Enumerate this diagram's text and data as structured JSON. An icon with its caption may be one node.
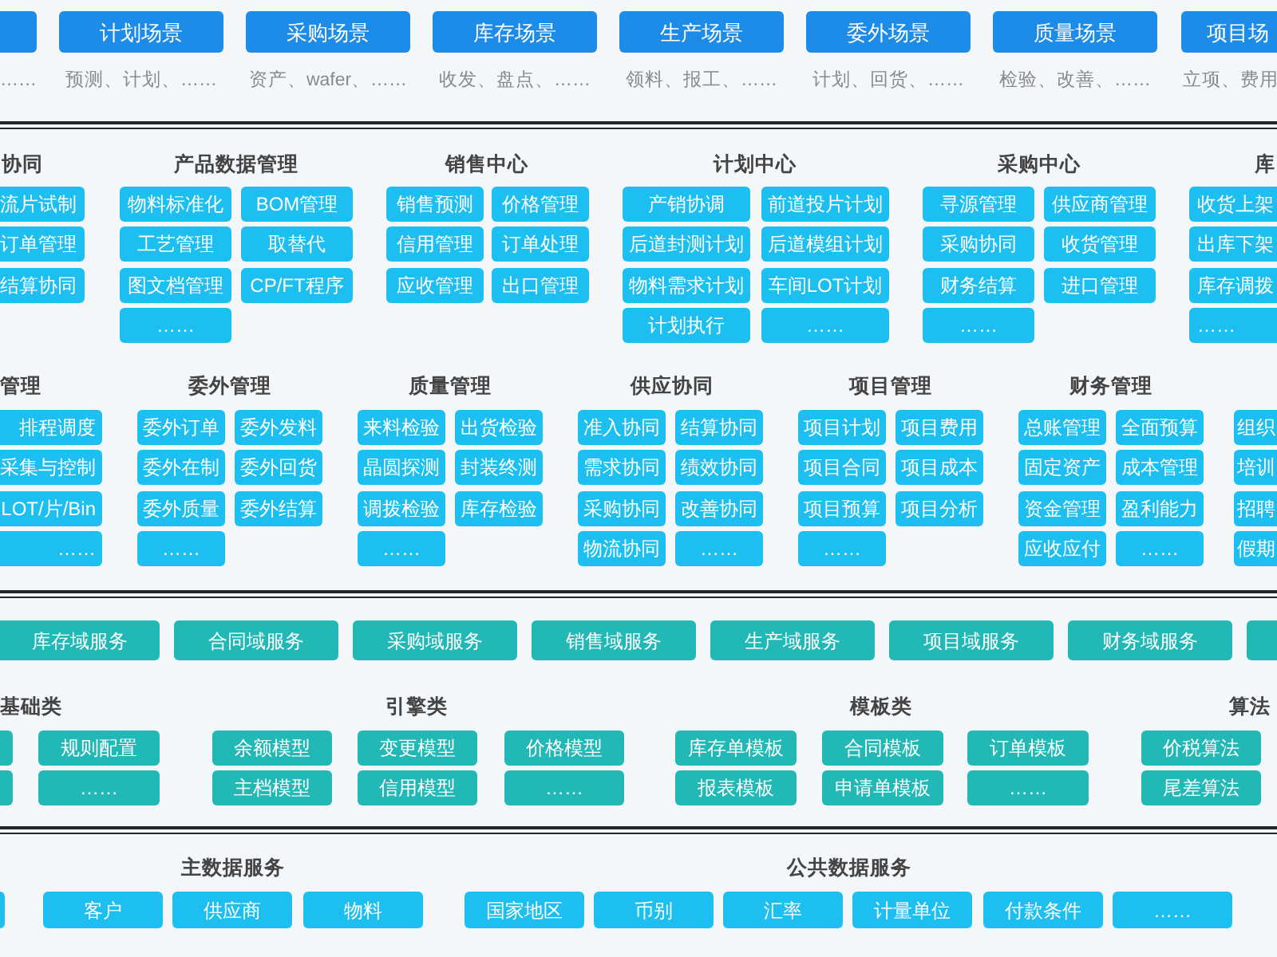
{
  "diagram": {
    "nodes": [
      {
        "text": [],
        "shape": "box",
        "beside": [
          "……"
        ]
      },
      {
        "text": [
          "计划场景"
        ],
        "beside": [
          "预测、计划、……"
        ]
      },
      {
        "text": [
          "采购场景"
        ],
        "beside": [
          "资产、wafer、……"
        ]
      },
      {
        "text": [
          "库存场景"
        ],
        "beside": [
          "收发、盘点、……"
        ]
      },
      {
        "text": [
          "生产场景"
        ],
        "beside": [
          "领料、报工、……"
        ]
      },
      {
        "text": [
          "委外场景"
        ],
        "beside": [
          "计划、回货、……"
        ]
      },
      {
        "text": [
          "质量场景"
        ],
        "beside": [
          "检验、改善、……"
        ]
      },
      {
        "text": [
          "项目场"
        ],
        "beside": [
          "立项、费用"
        ]
      },
      {
        "text": [
          "流片试制"
        ]
      },
      {
        "text": [
          "订单管理"
        ]
      },
      {
        "text": [
          "结算协同"
        ]
      },
      {
        "text": [
          "物料标准化"
        ]
      },
      {
        "text": [
          "BOM管理"
        ]
      },
      {
        "text": [
          "工艺管理"
        ]
      },
      {
        "text": [
          "取替代"
        ]
      },
      {
        "text": [
          "图文档管理"
        ]
      },
      {
        "text": [
          "CP/FT程序"
        ]
      },
      {
        "text": [
          "……"
        ]
      },
      {
        "text": [
          "销售预测"
        ]
      },
      {
        "text": [
          "价格管理"
        ]
      },
      {
        "text": [
          "信用管理"
        ]
      },
      {
        "text": [
          "订单处理"
        ]
      },
      {
        "text": [
          "应收管理"
        ]
      },
      {
        "text": [
          "出口管理"
        ]
      },
      {
        "text": [
          "产销协调"
        ]
      },
      {
        "text": [
          "前道投片计划"
        ]
      },
      {
        "text": [
          "后道封测计划"
        ]
      },
      {
        "text": [
          "后道模组计划"
        ]
      },
      {
        "text": [
          "物料需求计划"
        ]
      },
      {
        "text": [
          "车间LOT计划"
        ]
      },
      {
        "text": [
          "计划执行"
        ]
      },
      {
        "text": [
          "……"
        ]
      },
      {
        "text": [
          "寻源管理"
        ]
      },
      {
        "text": [
          "供应商管理"
        ]
      },
      {
        "text": [
          "采购协同"
        ]
      },
      {
        "text": [
          "收货管理"
        ]
      },
      {
        "text": [
          "财务结算"
        ]
      },
      {
        "text": [
          "进口管理"
        ]
      },
      {
        "text": [
          "……"
        ]
      },
      {
        "text": [
          "收货上架"
        ]
      },
      {
        "text": [
          "出库下架"
        ]
      },
      {
        "text": [
          "库存调拨"
        ]
      },
      {
        "text": [
          "……"
        ]
      },
      {
        "text": [
          "排程调度"
        ]
      },
      {
        "text": [
          "采集与控制"
        ]
      },
      {
        "text": [
          "LOT/片/Bin"
        ]
      },
      {
        "text": [
          "……"
        ]
      },
      {
        "text": [
          "委外订单"
        ]
      },
      {
        "text": [
          "委外发料"
        ]
      },
      {
        "text": [
          "委外在制"
        ]
      },
      {
        "text": [
          "委外回货"
        ]
      },
      {
        "text": [
          "委外质量"
        ]
      },
      {
        "text": [
          "委外结算"
        ]
      },
      {
        "text": [
          "……"
        ]
      },
      {
        "text": [
          "来料检验"
        ]
      },
      {
        "text": [
          "出货检验"
        ]
      },
      {
        "text": [
          "晶圆探测"
        ]
      },
      {
        "text": [
          "封装终测"
        ]
      },
      {
        "text": [
          "调拨检验"
        ]
      },
      {
        "text": [
          "库存检验"
        ]
      },
      {
        "text": [
          "……"
        ]
      },
      {
        "text": [
          "准入协同"
        ]
      },
      {
        "text": [
          "结算协同"
        ]
      },
      {
        "text": [
          "需求协同"
        ]
      },
      {
        "text": [
          "绩效协同"
        ]
      },
      {
        "text": [
          "采购协同"
        ]
      },
      {
        "text": [
          "改善协同"
        ]
      },
      {
        "text": [
          "物流协同"
        ]
      },
      {
        "text": [
          "……"
        ]
      },
      {
        "text": [
          "项目计划"
        ]
      },
      {
        "text": [
          "项目费用"
        ]
      },
      {
        "text": [
          "项目合同"
        ]
      },
      {
        "text": [
          "项目成本"
        ]
      },
      {
        "text": [
          "项目预算"
        ]
      },
      {
        "text": [
          "项目分析"
        ]
      },
      {
        "text": [
          "……"
        ]
      },
      {
        "text": [
          "总账管理"
        ]
      },
      {
        "text": [
          "全面预算"
        ]
      },
      {
        "text": [
          "固定资产"
        ]
      },
      {
        "text": [
          "成本管理"
        ]
      },
      {
        "text": [
          "资金管理"
        ]
      },
      {
        "text": [
          "盈利能力"
        ]
      },
      {
        "text": [
          "应收应付"
        ]
      },
      {
        "text": [
          "……"
        ]
      },
      {
        "text": [
          "组织"
        ]
      },
      {
        "text": [
          "培训"
        ]
      },
      {
        "text": [
          "招聘"
        ]
      },
      {
        "text": [
          "假期"
        ]
      },
      {
        "text": [
          "库存域服务"
        ]
      },
      {
        "text": [
          "合同域服务"
        ]
      },
      {
        "text": [
          "采购域服务"
        ]
      },
      {
        "text": [
          "销售域服务"
        ]
      },
      {
        "text": [
          "生产域服务"
        ]
      },
      {
        "text": [
          "项目域服务"
        ]
      },
      {
        "text": [
          "财务域服务"
        ]
      },
      {
        "text": [],
        "shape": "box"
      },
      {
        "text": [],
        "shape": "box"
      },
      {
        "text": [
          "规则配置"
        ]
      },
      {
        "text": [],
        "shape": "box"
      },
      {
        "text": [
          "……"
        ]
      },
      {
        "text": [
          "余额模型"
        ]
      },
      {
        "text": [
          "变更模型"
        ]
      },
      {
        "text": [
          "价格模型"
        ]
      },
      {
        "text": [
          "主档模型"
        ]
      },
      {
        "text": [
          "信用模型"
        ]
      },
      {
        "text": [
          "……"
        ]
      },
      {
        "text": [
          "库存单模板"
        ]
      },
      {
        "text": [
          "合同模板"
        ]
      },
      {
        "text": [
          "订单模板"
        ]
      },
      {
        "text": [
          "报表模板"
        ]
      },
      {
        "text": [
          "申请单模板"
        ]
      },
      {
        "text": [
          "……"
        ]
      },
      {
        "text": [
          "价税算法"
        ]
      },
      {
        "text": [
          "尾差算法"
        ]
      },
      {
        "text": [],
        "shape": "box"
      },
      {
        "text": [
          "客户"
        ]
      },
      {
        "text": [
          "供应商"
        ]
      },
      {
        "text": [
          "物料"
        ]
      },
      {
        "text": [
          "国家地区"
        ]
      },
      {
        "text": [
          "币别"
        ]
      },
      {
        "text": [
          "汇率"
        ]
      },
      {
        "text": [
          "计量单位"
        ]
      },
      {
        "text": [
          "付款条件"
        ]
      },
      {
        "text": [
          "……"
        ]
      }
    ],
    "labels": [
      "协同",
      "产品数据管理",
      "销售中心",
      "计划中心",
      "采购中心",
      "库",
      "管理",
      "委外管理",
      "质量管理",
      "供应协同",
      "项目管理",
      "财务管理",
      "基础类",
      "引擎类",
      "模板类",
      "算法",
      "主数据服务",
      "公共数据服务"
    ]
  }
}
